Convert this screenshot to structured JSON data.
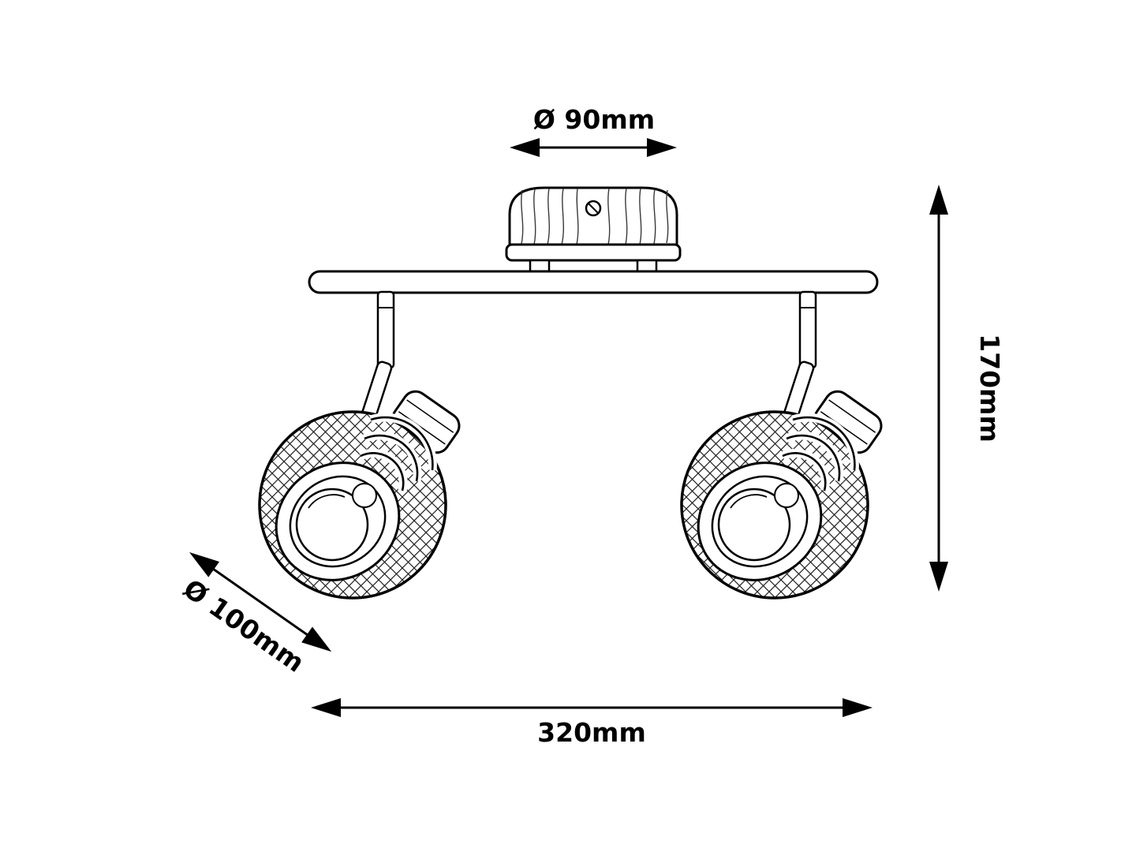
{
  "diagram": {
    "labels": {
      "canopy_diameter": "Ø 90mm",
      "height": "170mm",
      "shade_diameter": "Ø 100mm",
      "total_width": "320mm"
    },
    "colors": {
      "line": "#000000",
      "background": "#ffffff"
    }
  }
}
